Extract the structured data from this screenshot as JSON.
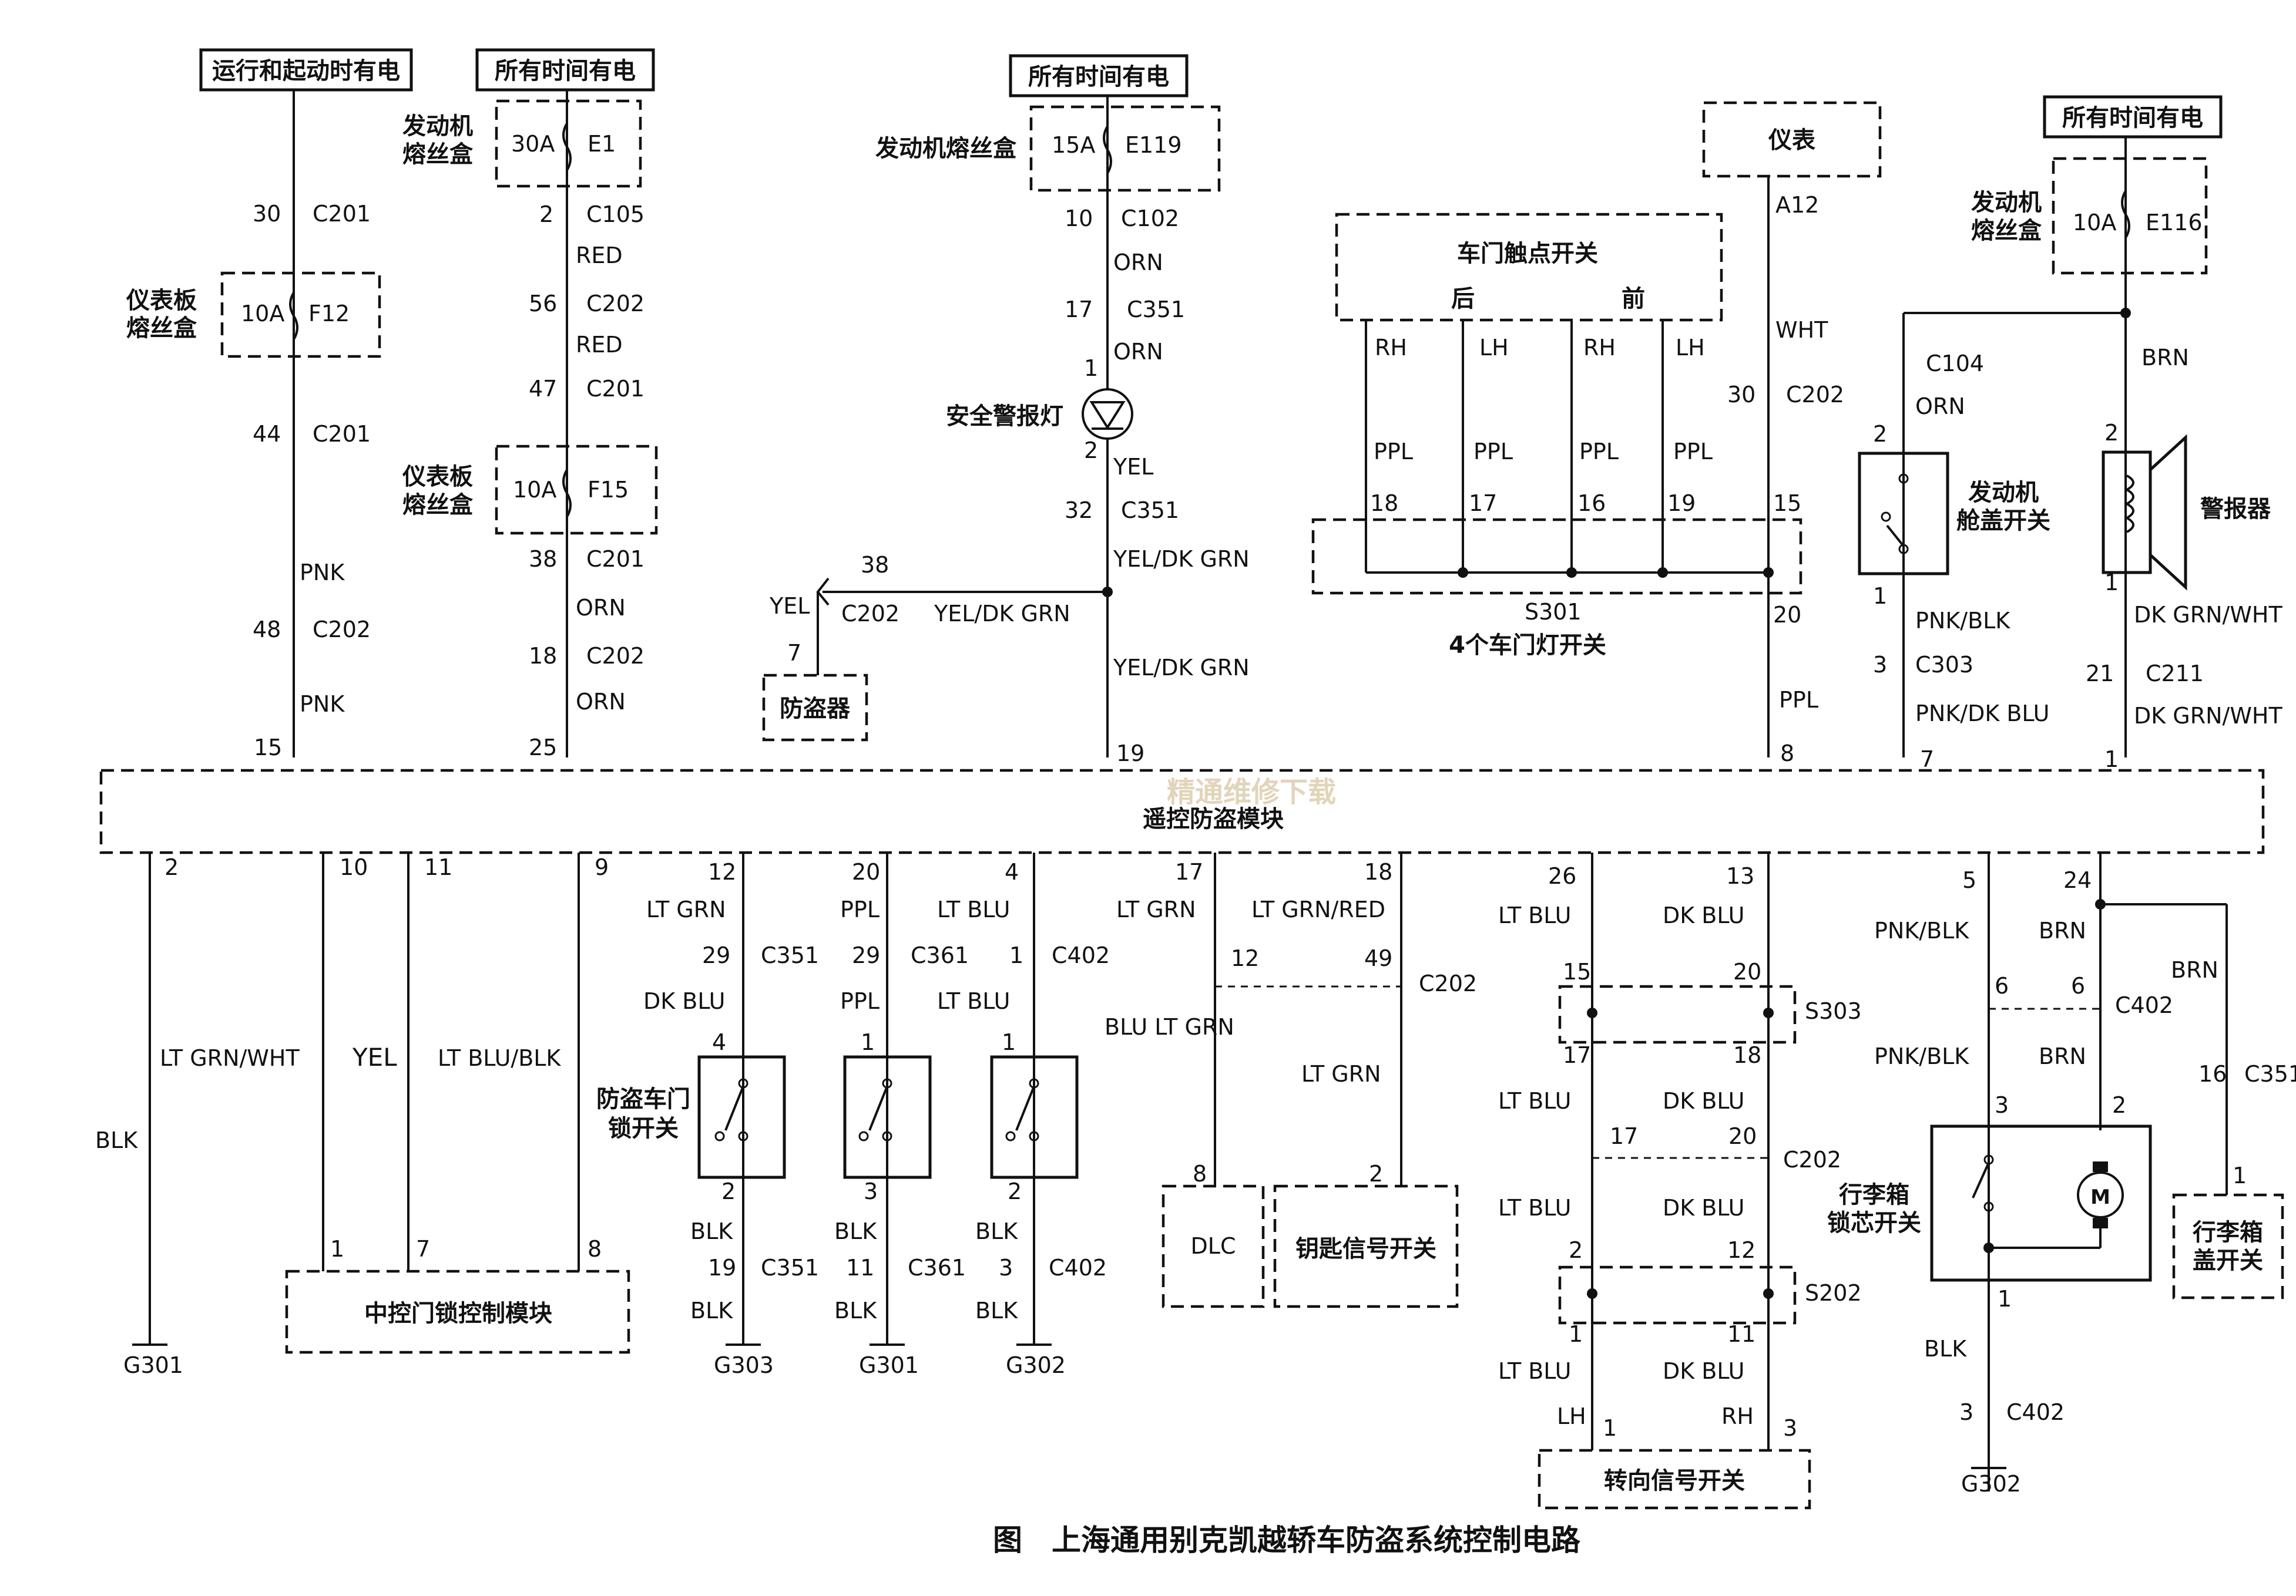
{
  "diagram": {
    "caption": "图　上海通用别克凯越轿车防盗系统控制电路",
    "watermark": "精通维修下载",
    "module_label": "遥控防盗模块",
    "power_labels": [
      "运行和起动时有电",
      "所有时间有电",
      "所有时间有电",
      "所有时间有电"
    ],
    "boxes": {
      "instrument_fuse_box": "仪表板熔丝盒",
      "engine_fuse_box": "发动机熔丝盒",
      "security_light": "安全警报灯",
      "anti_theft": "防盗器",
      "instrument": "仪表",
      "door_jamb_switch": "车门触点开关",
      "rear": "后",
      "front": "前",
      "four_door_switches": "4个车门灯开关",
      "hood_switch": "发动机舱盖开关",
      "alarm": "警报器",
      "door_lock_switch": "防盗车门锁开关",
      "central_lock_module": "中控门锁控制模块",
      "dlc": "DLC",
      "key_signal_switch": "钥匙信号开关",
      "turn_signal_switch": "转向信号开关",
      "trunk_cyl_switch": "行李箱锁芯开关",
      "trunk_lid_switch": "行李箱盖开关"
    },
    "fuses": [
      {
        "amp": "10A",
        "id": "F12"
      },
      {
        "amp": "30A",
        "id": "E1"
      },
      {
        "amp": "10A",
        "id": "F15"
      },
      {
        "amp": "15A",
        "id": "E119"
      },
      {
        "amp": "10A",
        "id": "E116"
      }
    ],
    "connectors": [
      "C201",
      "C202",
      "C105",
      "C102",
      "C351",
      "C361",
      "C402",
      "C104",
      "C303",
      "C211",
      "S301",
      "S303",
      "S202"
    ],
    "wire_colors": [
      "PNK",
      "RED",
      "ORN",
      "YEL",
      "YEL/DK GRN",
      "WHT",
      "PPL",
      "RH",
      "LH",
      "PNK/BLK",
      "PNK/DK BLU",
      "BRN",
      "DK GRN/WHT",
      "BLK",
      "LT GRN/WHT",
      "LT BLU/BLK",
      "LT GRN",
      "DK BLU",
      "LT BLU",
      "BLU LT GRN",
      "LT GRN/RED"
    ],
    "grounds": [
      "G301",
      "G303",
      "G301",
      "G302",
      "G302"
    ]
  }
}
